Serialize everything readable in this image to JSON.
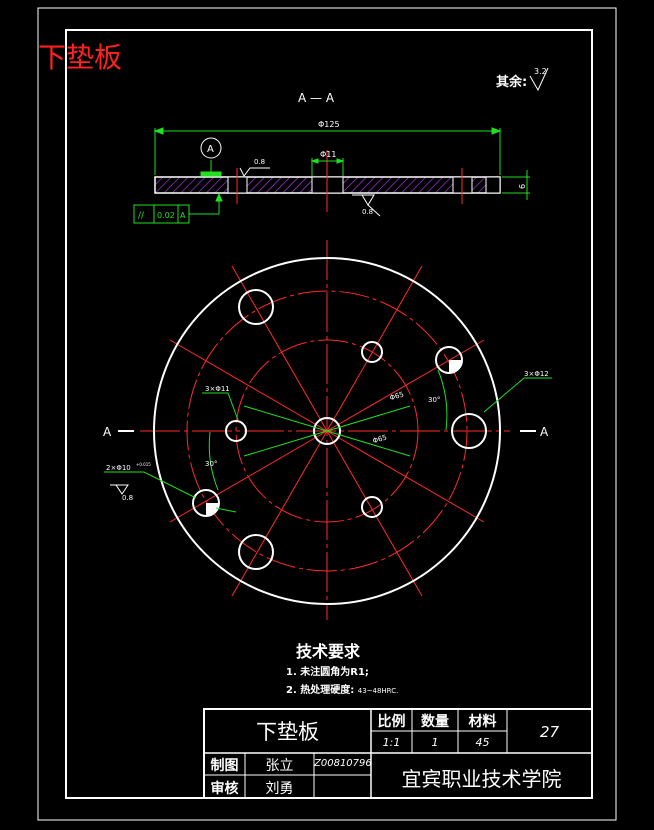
{
  "header": {
    "title": "下垫板"
  },
  "surface": {
    "rest_label": "其余:",
    "rest_value": "3.2"
  },
  "section": {
    "label": "A — A",
    "cut_left": "A",
    "cut_right": "A"
  },
  "dimensions": {
    "overall_diameter": "Φ125",
    "center_bore": "Φ11",
    "thickness": "6",
    "roughness_top": "0.8",
    "roughness_bottom": "0.8",
    "roughness_hole": "0.8",
    "datum": "A",
    "parallelism": {
      "symbol": "//",
      "value": "0.02",
      "datum": "A"
    },
    "holes_small": "3×Φ11",
    "holes_right": "3×Φ12",
    "pin_holes": "2×Φ10",
    "pin_tol": "+0.015",
    "pcd_a": "Φ65",
    "pcd_b": "Φ65",
    "angle_a": "30°",
    "angle_b": "30°"
  },
  "tech": {
    "heading": "技术要求",
    "item1": "1. 未注圆角为R1;",
    "item2_label": "2. 热处理硬度:",
    "item2_value": "43~48HRC."
  },
  "title_block": {
    "part_name": "下垫板",
    "h_scale": "比例",
    "h_qty": "数量",
    "h_material": "材料",
    "scale": "1:1",
    "qty": "1",
    "material": "45",
    "drawing_no": "27",
    "drawn_label": "制图",
    "drawn_by": "张立",
    "student_no": "Z00810796",
    "checked_label": "审核",
    "checked_by": "刘勇",
    "school": "宜宾职业技术学院"
  },
  "colors": {
    "outline": "#ffffff",
    "centerline": "#ff2a2a",
    "dimension": "#20e020",
    "hatch": "#c040ff",
    "title_red": "#ff2020"
  }
}
